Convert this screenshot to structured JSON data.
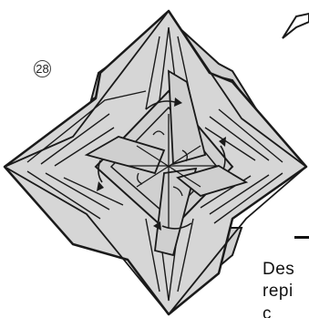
{
  "diagram": {
    "step_number": "28",
    "caption_lines": [
      "Des",
      "repi",
      "c"
    ],
    "colors": {
      "paper_fill": "#cfcfcf",
      "line": "#1a1a1a",
      "background": "#ffffff"
    }
  }
}
